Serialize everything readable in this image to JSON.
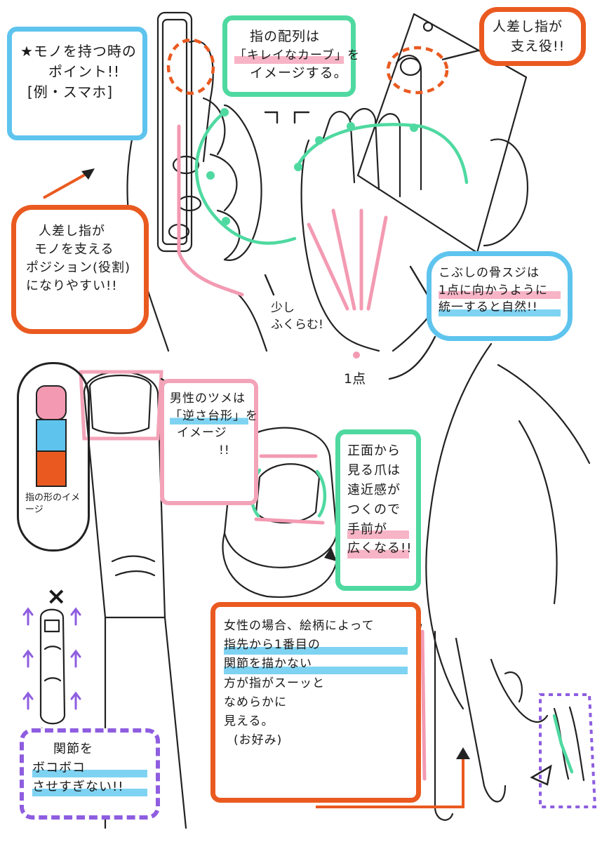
{
  "notes": {
    "point": {
      "lines": [
        "★モノを持つ時の",
        "ポイント!!",
        "[例・スマホ]"
      ]
    },
    "curve": {
      "lines": [
        "指の配列は",
        "「キレイなカーブ」を",
        "イメージする。"
      ]
    },
    "index_support": {
      "lines": [
        "人差し指が",
        "支え役!!"
      ]
    },
    "index_position": {
      "lines": [
        "人差し指が",
        "モノを支える",
        "ポジション(役割)",
        "になりやすい!!"
      ]
    },
    "knuckle_lines": {
      "lines": [
        "こぶしの骨スジは",
        "1点に向かうように",
        "統一すると自然!!"
      ]
    },
    "puff": {
      "lines": [
        "少し",
        "ふくらむ!"
      ]
    },
    "one_point": "1点",
    "finger_shape": "指の形のイメージ",
    "male_nail": {
      "lines": [
        "男性のツメは",
        "「逆さ台形」を",
        "イメージ",
        "!!"
      ]
    },
    "front_nail": {
      "lines": [
        "正面から",
        "見る爪は",
        "遠近感が",
        "つくので",
        "手前が",
        "広くなる!!"
      ]
    },
    "female": {
      "lines": [
        "女性の場合、絵柄によって",
        "指先から1番目の",
        "関節を描かない",
        "方が指がスーッと",
        "なめらかに",
        "見える。",
        "(お好み)"
      ]
    },
    "bumpy": {
      "mark": "×",
      "lines": [
        "関節を",
        "ボコボコ",
        "させすぎない!!"
      ]
    }
  },
  "colors": {
    "blue": "#5ec4ee",
    "orange": "#ea5a20",
    "green": "#4fd9a1",
    "pink": "#f3a3b8",
    "purple": "#8e5de0"
  }
}
